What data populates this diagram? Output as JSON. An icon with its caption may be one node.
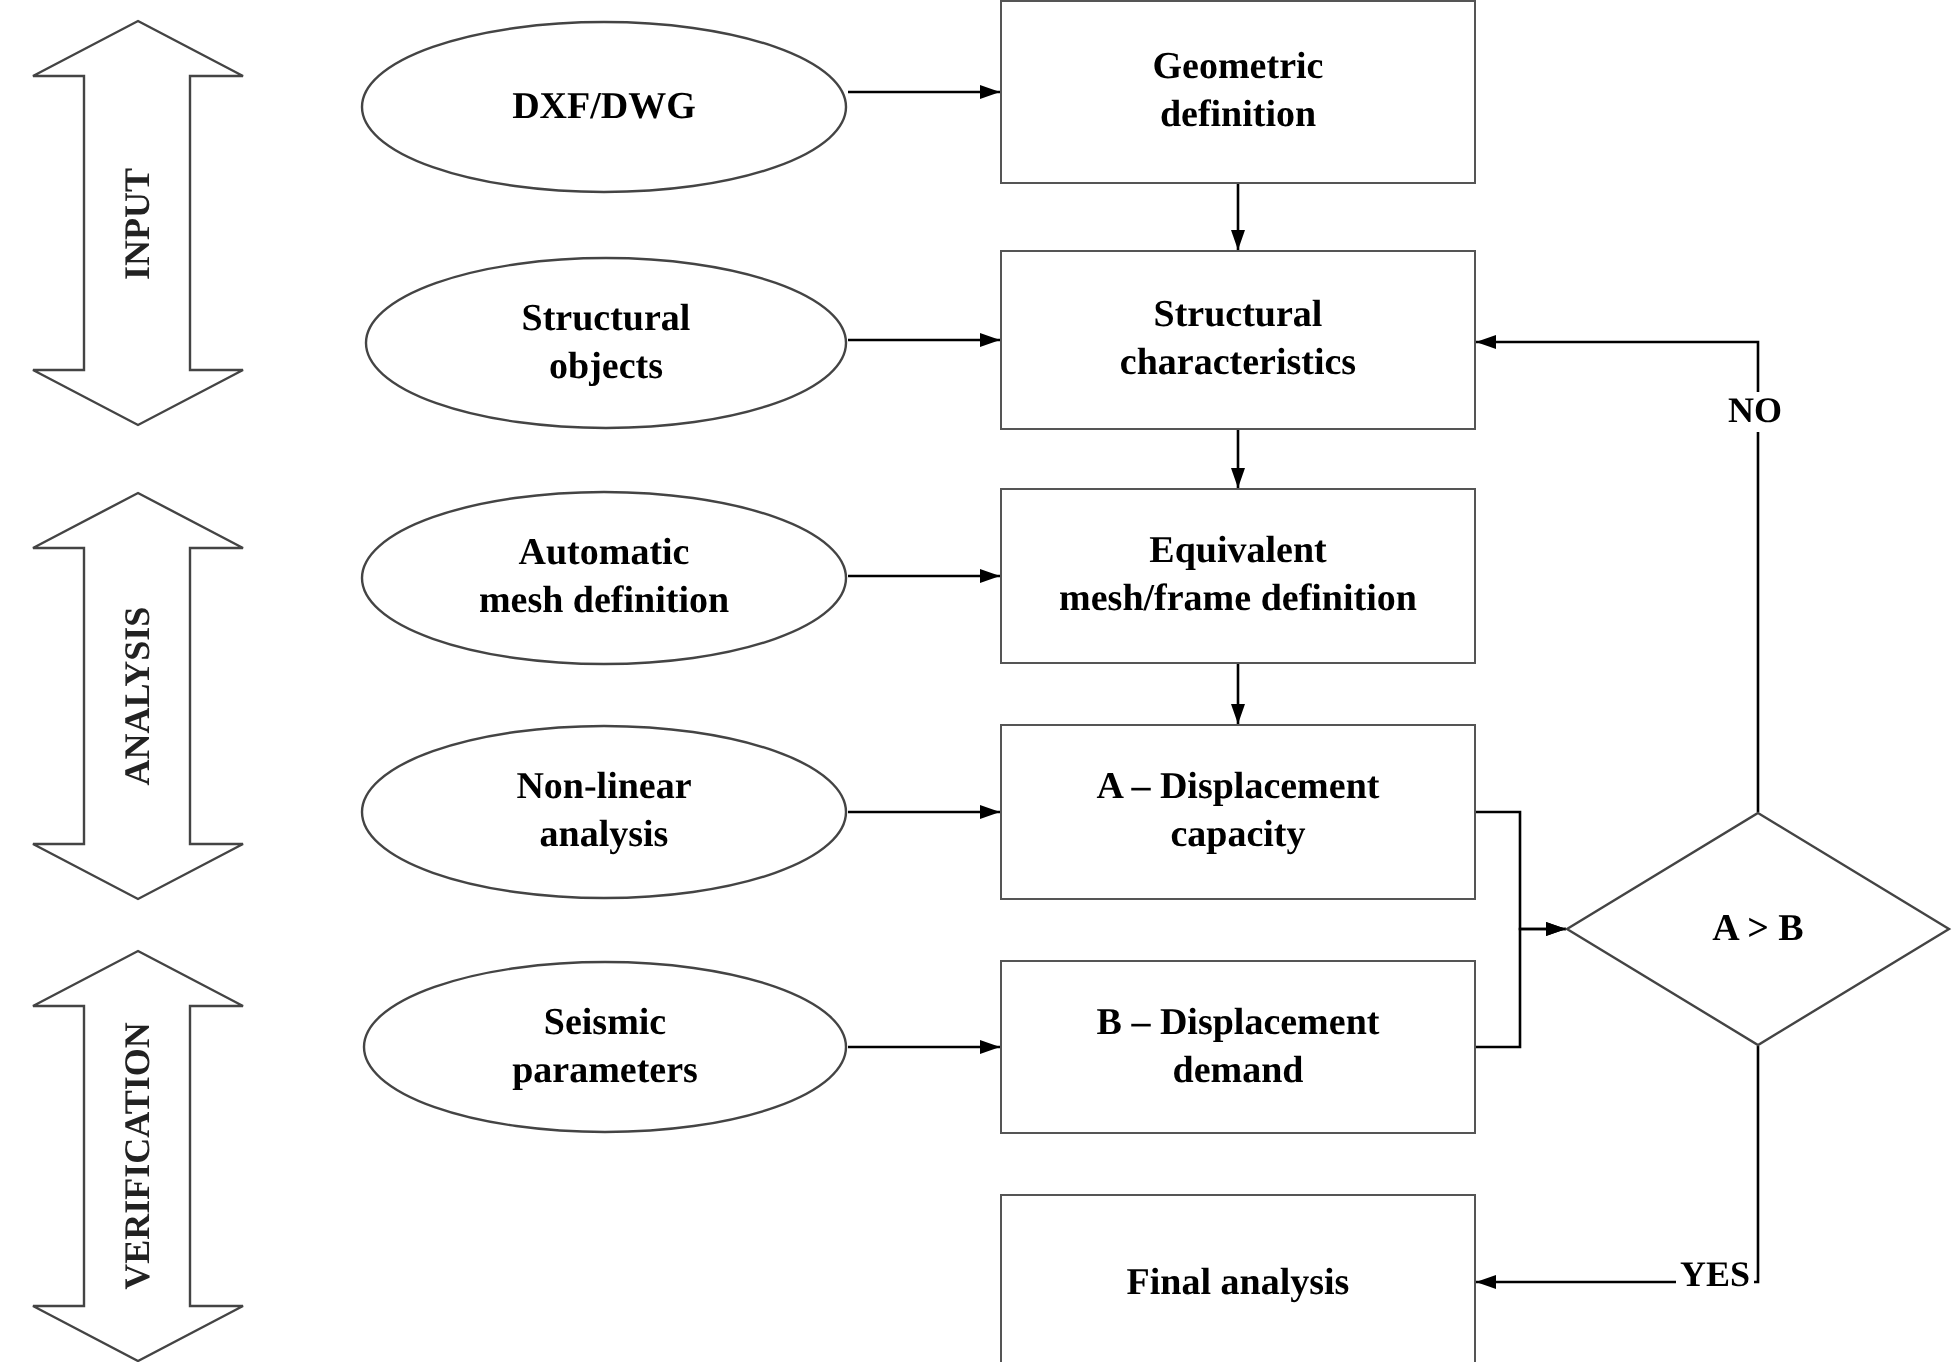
{
  "diagram": {
    "nodes": [
      {
        "text": [
          "INPUT"
        ]
      },
      {
        "text": [
          "ANALYSIS"
        ]
      },
      {
        "text": [
          "VERIFICATION"
        ]
      },
      {
        "text": [
          "DXF/DWG"
        ]
      },
      {
        "text": [
          "Structural objects"
        ]
      },
      {
        "text": [
          "Automatic mesh definition"
        ]
      },
      {
        "text": [
          "Non-linear analysis"
        ]
      },
      {
        "text": [
          "Seismic parameters"
        ]
      },
      {
        "text": [
          "Geometric definition"
        ]
      },
      {
        "text": [
          "Structural characteristics"
        ]
      },
      {
        "text": [
          "Equivalent mesh/frame definition"
        ]
      },
      {
        "text": [
          "A – Displacement capacity"
        ]
      },
      {
        "text": [
          "B – Displacement demand"
        ]
      },
      {
        "text": [
          "Final analysis"
        ]
      },
      {
        "text": [
          "A > B"
        ]
      }
    ],
    "edges": [
      {
        "from": 3,
        "to": 8,
        "arrow": "to"
      },
      {
        "from": 8,
        "to": 9,
        "arrow": "to"
      },
      {
        "from": 4,
        "to": 9,
        "arrow": "to"
      },
      {
        "from": 9,
        "to": 10,
        "arrow": "to"
      },
      {
        "from": 5,
        "to": 10,
        "arrow": "to"
      },
      {
        "from": 10,
        "to": 11,
        "arrow": "to"
      },
      {
        "from": 6,
        "to": 11,
        "arrow": "to"
      },
      {
        "from": 7,
        "to": 12,
        "arrow": "to"
      },
      {
        "from": 11,
        "to": 14,
        "arrow": "to"
      },
      {
        "from": 12,
        "to": 14,
        "arrow": "to"
      },
      {
        "from": 14,
        "to": 9,
        "arrow": "to",
        "label": "NO"
      },
      {
        "from": 14,
        "to": 13,
        "arrow": "to",
        "label": "YES"
      }
    ]
  }
}
